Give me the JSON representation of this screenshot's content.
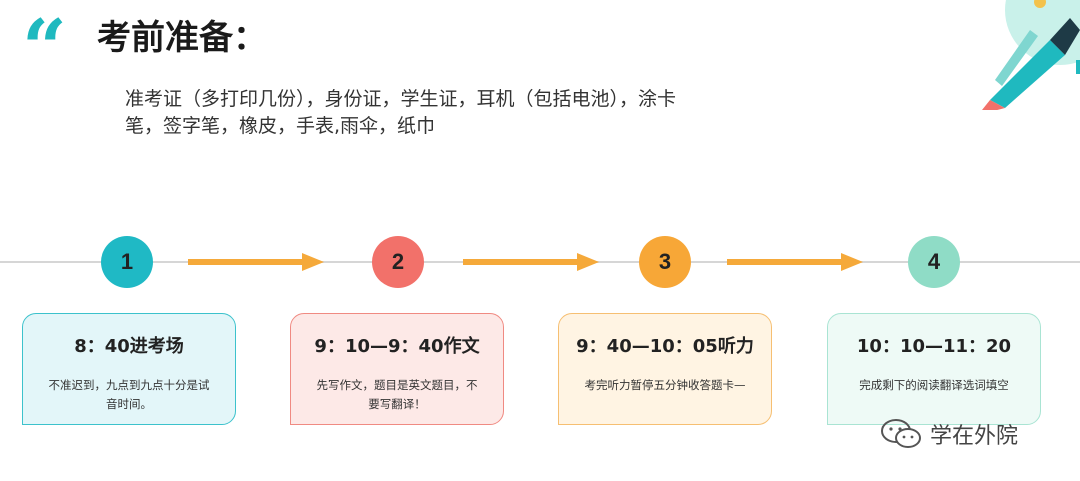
{
  "header": {
    "quote_mark": "“",
    "title": "考前准备："
  },
  "intro": "准考证（多打印几份），身份证，学生证，耳机（包括电池），涂卡笔，签字笔，橡皮，手表,雨伞，纸巾",
  "steps": [
    {
      "number": "1",
      "time": "8：40进考场",
      "text": "不准迟到，九点到九点十分是试音时间。",
      "color": "#1fb9c5",
      "card_bg": "#e3f6f9",
      "card_border": "#3cc2cc"
    },
    {
      "number": "2",
      "time": "9：10—9：40作文",
      "text": "先写作文，题目是英文题目，不要写翻译！",
      "color": "#f2716a",
      "card_bg": "#fde9e7",
      "card_border": "#f08a82"
    },
    {
      "number": "3",
      "time": "9：40—10：05听力",
      "text": "考完听力暂停五分钟收答题卡—",
      "color": "#f7a737",
      "card_bg": "#fff4e3",
      "card_border": "#f6bf72"
    },
    {
      "number": "4",
      "time": "10：10—11：20",
      "text": "完成剩下的阅读翻译选词填空",
      "color": "#8fdcc6",
      "card_bg": "#eefaf6",
      "card_border": "#a9e4d3"
    }
  ],
  "arrow_color": "#f5a93a",
  "watermark": {
    "text": "学在外院",
    "icon": "wechat-icon"
  }
}
